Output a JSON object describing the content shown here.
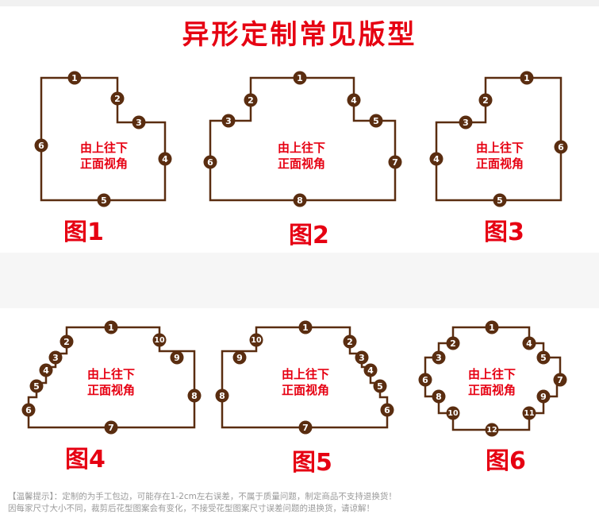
{
  "title": "异形定制常见版型",
  "view_label_line1": "由上往下",
  "view_label_line2": "正面视角",
  "figures": [
    {
      "caption": "图1",
      "markers": [
        "1",
        "2",
        "3",
        "4",
        "5",
        "6"
      ]
    },
    {
      "caption": "图2",
      "markers": [
        "1",
        "2",
        "3",
        "4",
        "5",
        "6",
        "7",
        "8"
      ]
    },
    {
      "caption": "图3",
      "markers": [
        "1",
        "2",
        "3",
        "4",
        "5",
        "6"
      ]
    },
    {
      "caption": "图4",
      "markers": [
        "1",
        "2",
        "3",
        "4",
        "5",
        "6",
        "7",
        "8",
        "9",
        "10"
      ]
    },
    {
      "caption": "图5",
      "markers": [
        "1",
        "2",
        "3",
        "4",
        "5",
        "6",
        "7",
        "8",
        "9",
        "10"
      ]
    },
    {
      "caption": "图6",
      "markers": [
        "1",
        "2",
        "3",
        "4",
        "5",
        "6",
        "7",
        "8",
        "9",
        "10",
        "11",
        "12"
      ]
    }
  ],
  "notice": {
    "line1": "【温馨提示】：定制的为手工包边，可能存在1-2cm左右误差，不属于质量问题，制定商品不支持退换货！",
    "line2": "因每家尺寸大小不同，裁剪后花型图案会有变化，不接受花型图案尺寸误差问题的退换货，请谅解！"
  },
  "colors": {
    "title": "#e60012",
    "outline": "#5a2d10",
    "marker": "#5a2d10",
    "label": "#e60012",
    "notice": "#9a9a9a"
  }
}
